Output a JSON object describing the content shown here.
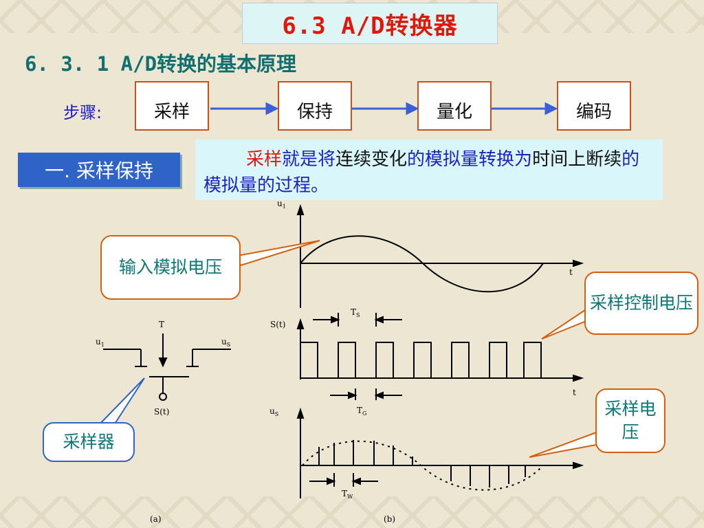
{
  "title": "6.3  A/D转换器",
  "subtitle": "6. 3. 1  A/D转换的基本原理",
  "steps": {
    "label": "步骤:",
    "items": [
      "采样",
      "保持",
      "量化",
      "编码"
    ]
  },
  "section": "一. 采样保持",
  "definition": {
    "p1": "采样",
    "p2": "就是将",
    "p3": "连续变化",
    "p4": "的模拟量转换为",
    "p5": "时间上断续",
    "p6": "的模拟量的过程。"
  },
  "callouts": {
    "input": "输入模拟电压",
    "control": "采样控制电压",
    "sample": "采样电压",
    "sampler": "采样器"
  },
  "diagram": {
    "u1": "u",
    "u1_sub": "1",
    "t": "t",
    "ts": "T",
    "ts_sub": "S",
    "st": "S(t)",
    "tg": "T",
    "tg_sub": "G",
    "us": "u",
    "us_sub": "S",
    "tw": "T",
    "tw_sub": "W",
    "switch_t": "T",
    "switch_st": "S(t)",
    "label_a": "(a)",
    "label_b": "(b)"
  },
  "colors": {
    "title_red": "#e0180c",
    "teal": "#107070",
    "blue": "#2020c0",
    "tag_blue": "#2f63c8",
    "box_border": "#c8501a",
    "arrow_blue": "#3a5fd8"
  }
}
